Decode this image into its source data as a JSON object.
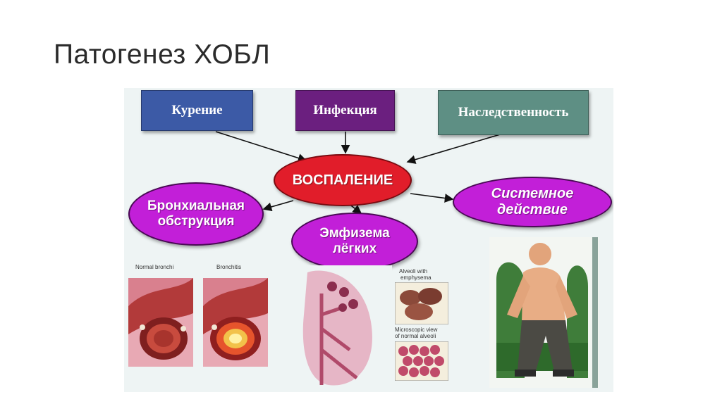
{
  "slide": {
    "title": "Патогенез ХОБЛ"
  },
  "causes": {
    "smoking": "Курение",
    "infection": "Инфекция",
    "heredity": "Наследственность"
  },
  "center": {
    "inflammation": "ВОСПАЛЕНИЕ"
  },
  "effects": {
    "bronchial": [
      "Бронхиальная",
      "обструкция"
    ],
    "emphysema": [
      "Эмфизема",
      "лёгких"
    ],
    "systemic": [
      "Системное",
      "действие"
    ]
  },
  "illustration_labels": {
    "normal_bronchi": "Normal bronchi",
    "bronchitis": "Bronchitis",
    "alveoli_emphysema": [
      "Alveoli with",
      "emphysema"
    ],
    "normal_alveoli": [
      "Microscopic view",
      "of normal alveoli"
    ]
  },
  "colors": {
    "smoking_box": "#3c5aa6",
    "infection_box": "#6b1f7f",
    "heredity_box": "#5e8f84",
    "inflammation": "#e11d2a",
    "effect_ellipse": "#c21fd8"
  }
}
